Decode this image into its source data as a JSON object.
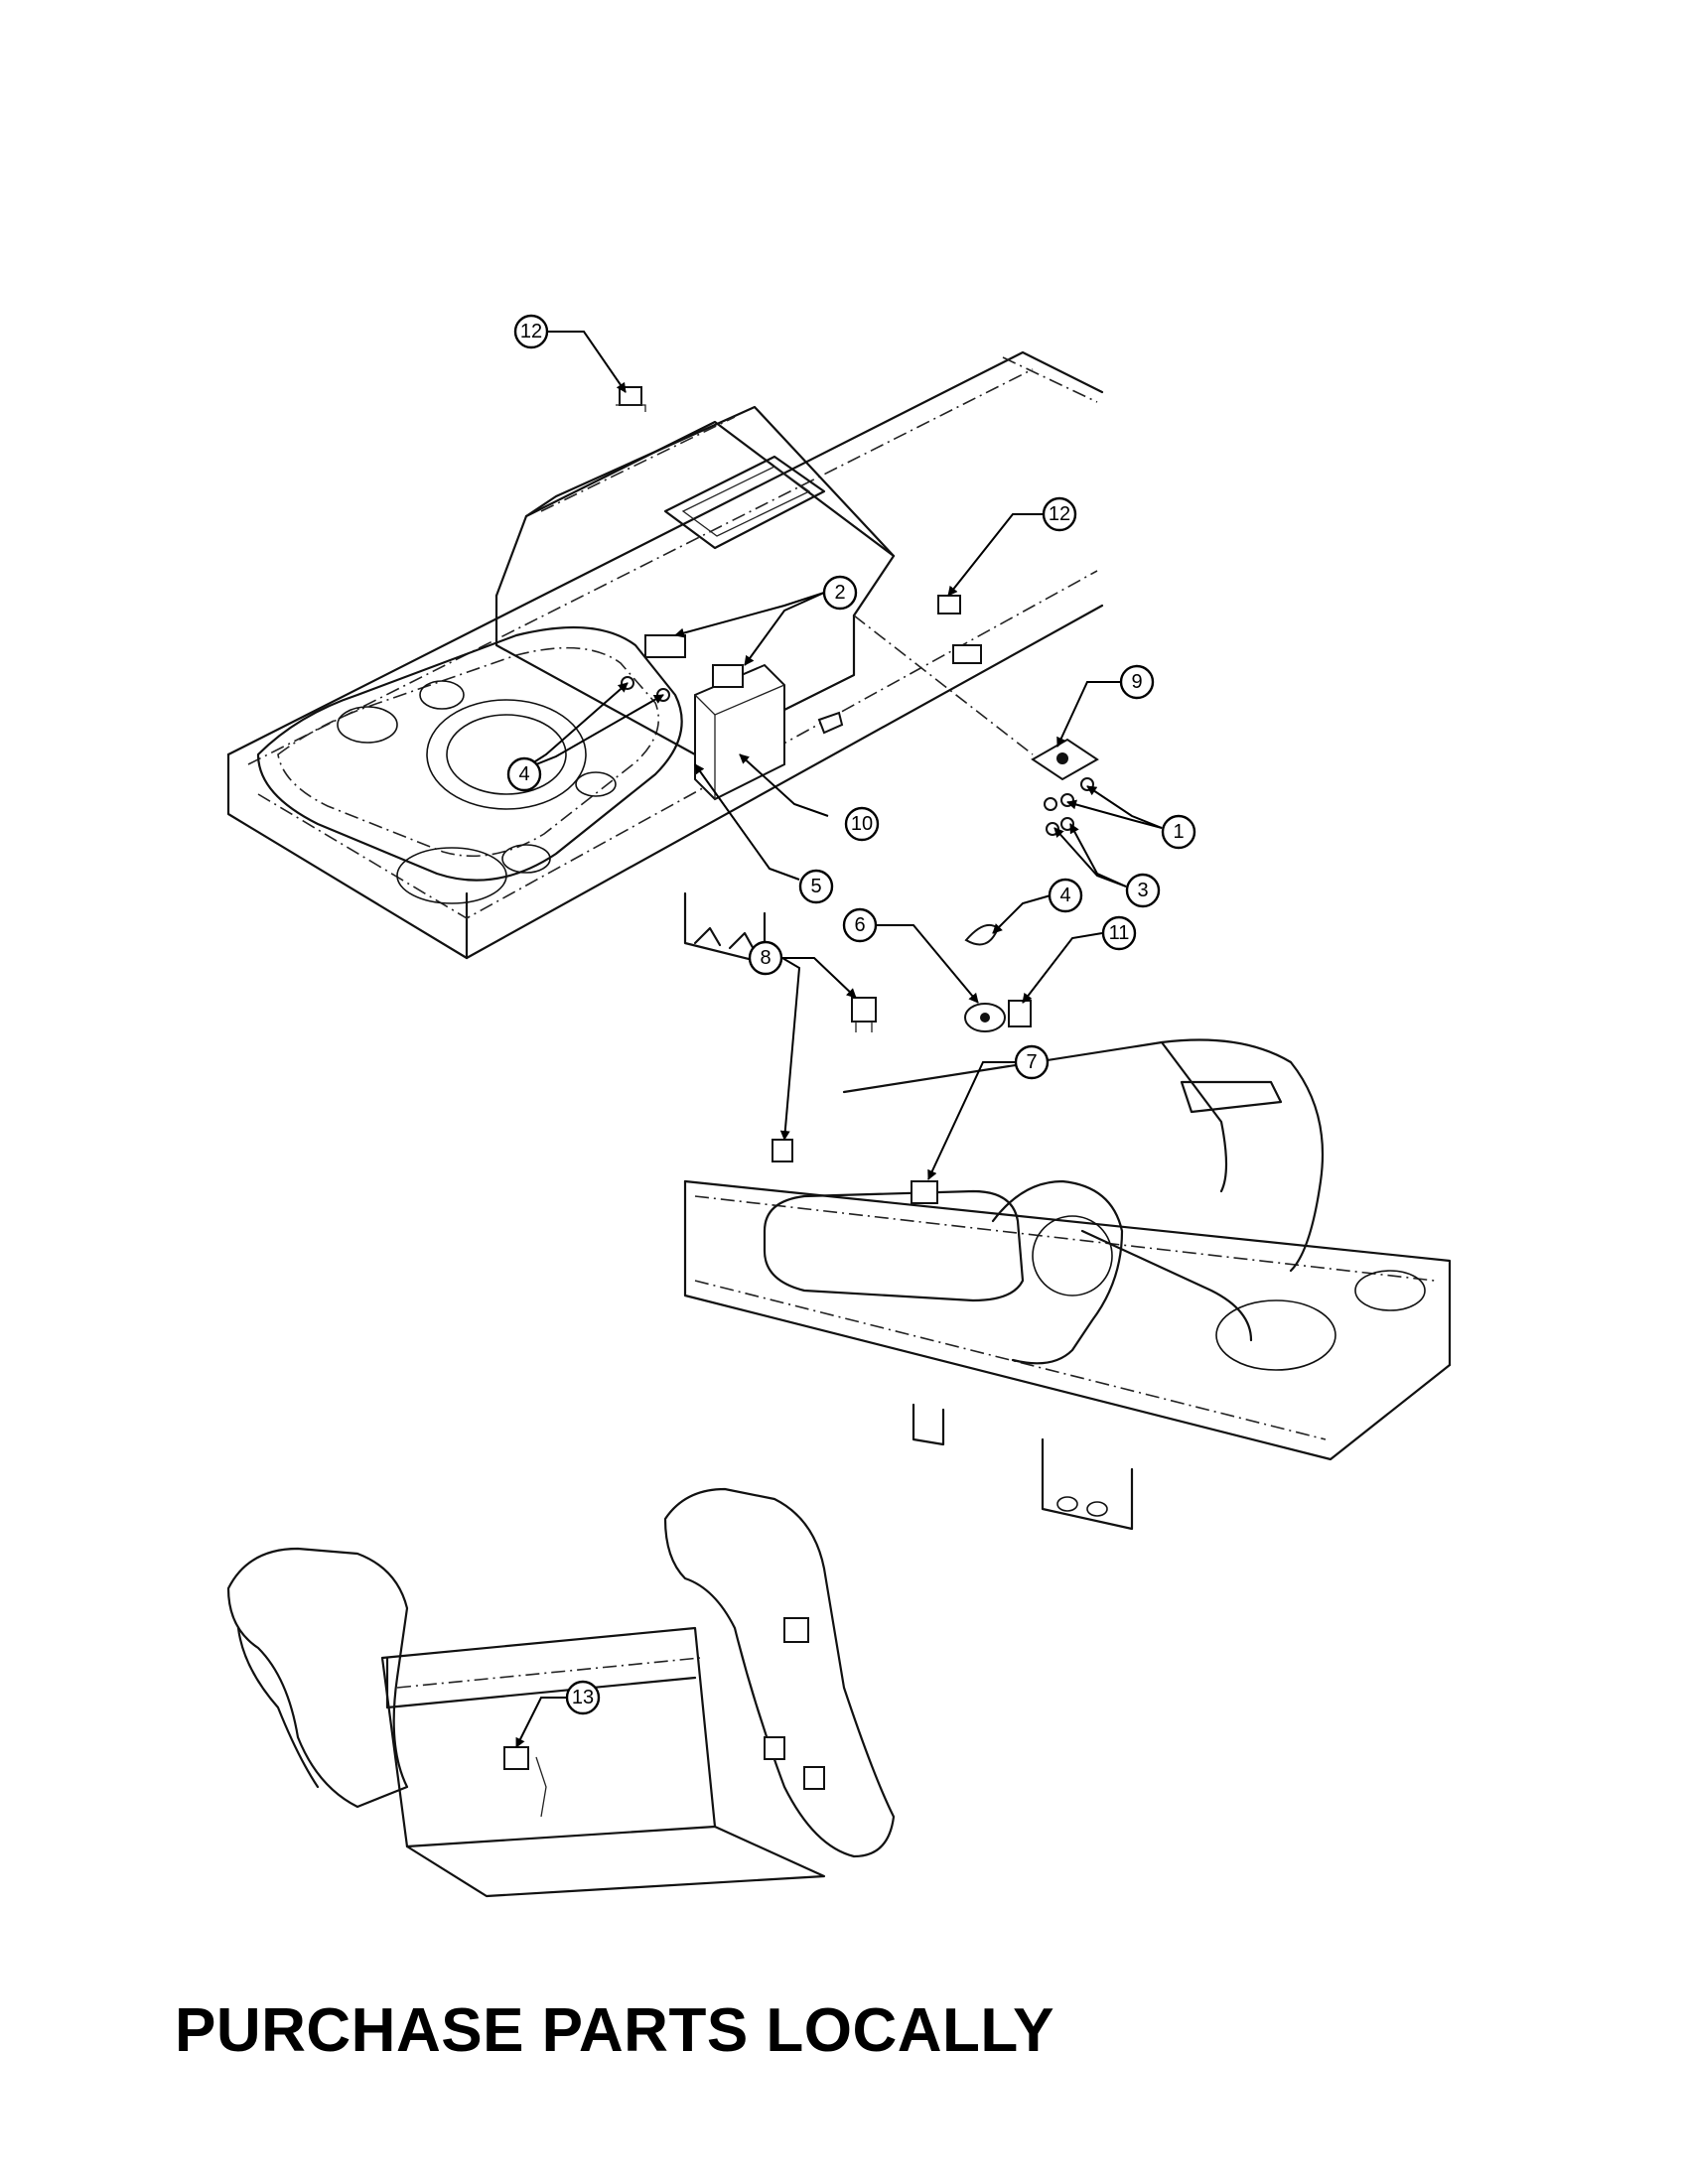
{
  "callouts": [
    "12",
    "12",
    "2",
    "9",
    "4",
    "10",
    "1",
    "5",
    "3",
    "4",
    "6",
    "11",
    "8",
    "7",
    "13"
  ],
  "footer": {
    "text": "PURCHASE PARTS LOCALLY"
  }
}
